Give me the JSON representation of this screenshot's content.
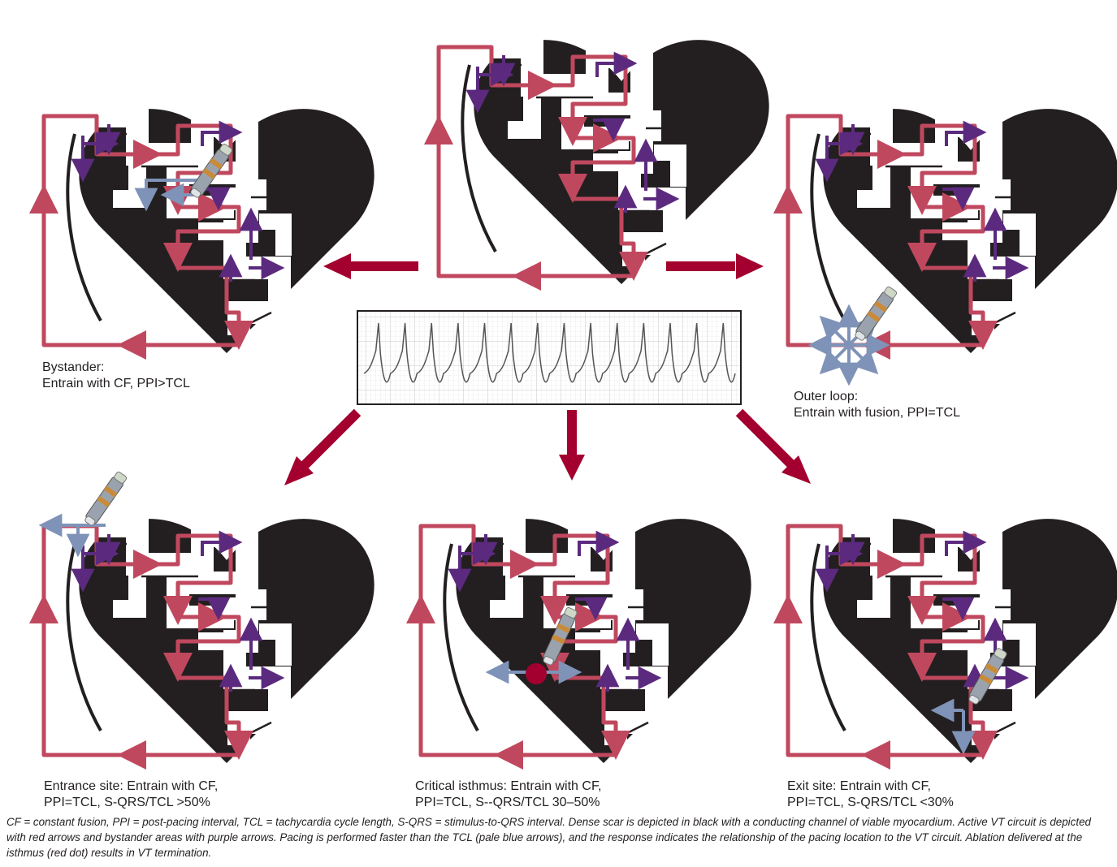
{
  "labels": {
    "bystander": "Bystander:\nEntrain with CF, PPI>TCL",
    "outer_loop": "Outer loop:\nEntrain with fusion, PPI=TCL",
    "entrance": "Entrance site: Entrain with CF,\nPPI=TCL, S-QRS/TCL >50%",
    "isthmus": "Critical isthmus: Entrain with CF,\nPPI=TCL, S--QRS/TCL 30–50%",
    "exit": "Exit site: Entrain with CF,\nPPI=TCL, S-QRS/TCL <30%"
  },
  "caption": "CF = constant fusion, PPI = post-pacing interval, TCL = tachycardia cycle length, S-QRS = stimulus-to-QRS interval. Dense scar is depicted in black with a conducting channel of viable myocardium. Active VT circuit is depicted with red arrows and bystander areas with purple arrows. Pacing is performed faster than the TCL (pale blue arrows), and the response indicates the relationship of the pacing location to the VT circuit. Ablation delivered at the isthmus (red dot) results in VT termination.",
  "colors": {
    "scar": "#231f20",
    "vt_circuit": "#c0485e",
    "bystander": "#5b2a7e",
    "pacing": "#7f93b8",
    "ablation": "#a3002f",
    "big_arrow": "#a3002f",
    "ecg_grid": "#d2d2d2",
    "ecg_trace": "#555555"
  },
  "icons": [
    "heart-scar-icon",
    "catheter-icon",
    "ecg-strip-icon",
    "ablation-dot-icon"
  ]
}
